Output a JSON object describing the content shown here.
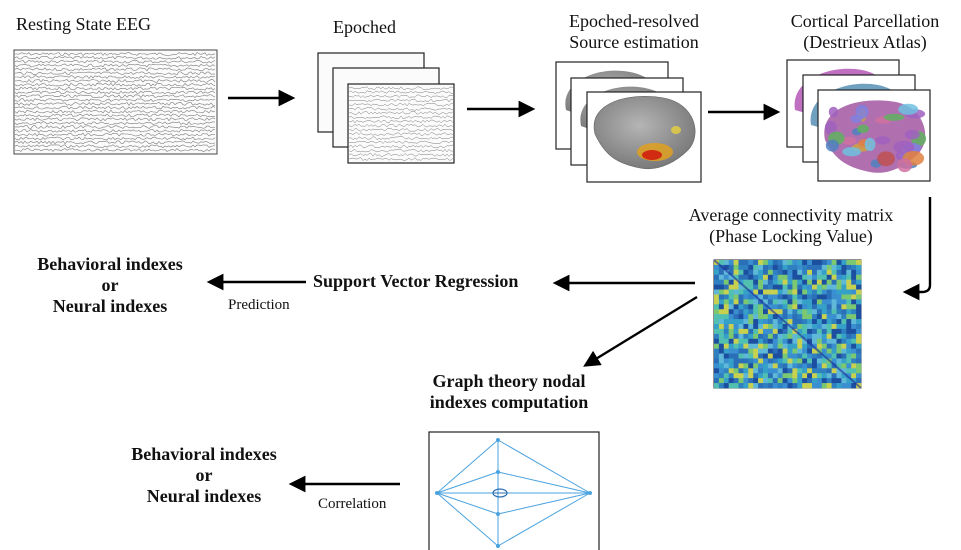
{
  "labels": {
    "resting_state": "Resting State EEG",
    "epoched": "Epoched",
    "source_line1": "Epoched-resolved",
    "source_line2": "Source estimation",
    "parcellation_line1": "Cortical Parcellation",
    "parcellation_line2": "(Destrieux Atlas)",
    "connectivity_line1": "Average connectivity matrix",
    "connectivity_line2": "(Phase Locking Value)",
    "svr": "Support Vector Regression",
    "prediction": "Prediction",
    "graph_line1": "Graph theory nodal",
    "graph_line2": "indexes computation",
    "correlation": "Correlation",
    "outcome_top": {
      "line1": "Behavioral indexes",
      "line2": "or",
      "line3": "Neural indexes"
    },
    "outcome_bottom": {
      "line1": "Behavioral indexes",
      "line2": "or",
      "line3": "Neural indexes"
    }
  },
  "colors": {
    "arrow": "#000000",
    "graph_lines": "#4aa3df",
    "brain_gray": "#8c8c8c",
    "heatmap_base": "#3aa0c8"
  }
}
